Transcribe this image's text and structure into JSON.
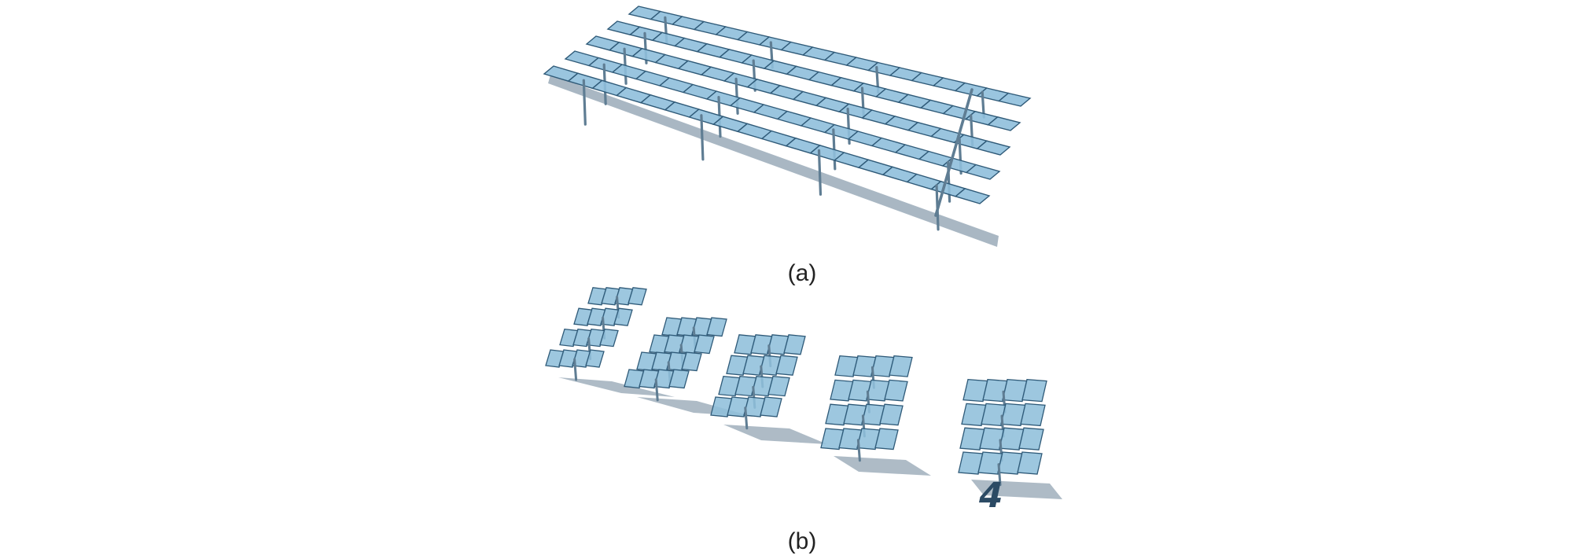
{
  "captions": {
    "a": "(a)",
    "b": "(b)"
  },
  "annotation_mark": "4",
  "colors": {
    "panel_fill": "#8fbfdb",
    "panel_stroke": "#2f5a78",
    "post": "#5f7d93",
    "shadow": "#9aaab8",
    "text": "#222222"
  },
  "scene_a": {
    "name": "long-panel-rows",
    "row_count": 5,
    "panels_per_row": 18
  },
  "scene_b": {
    "name": "tracker-tables",
    "table_count": 5,
    "rows_per_table": 4,
    "panels_per_row": 4
  }
}
